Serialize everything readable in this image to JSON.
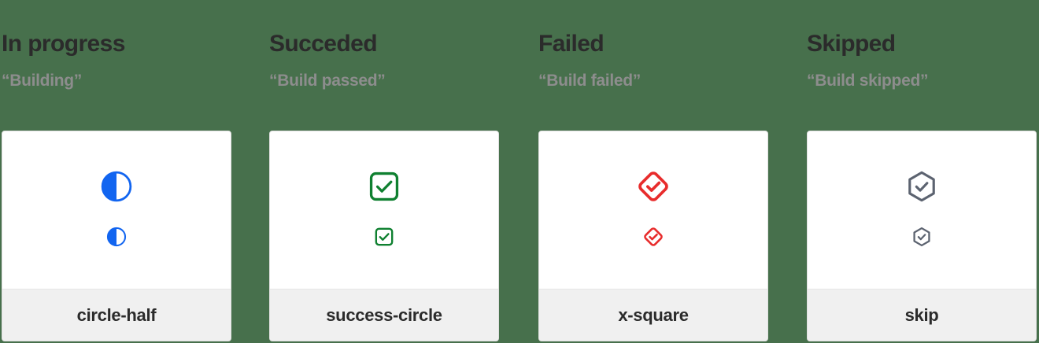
{
  "background_color": "#47704c",
  "columns": [
    {
      "heading": "In progress",
      "subheading": "“Building”",
      "icon_name": "circle-half",
      "icon_label": "circle-half",
      "icon_color": "#1265f0",
      "icon_kind": "circle-half"
    },
    {
      "heading": "Succeded",
      "subheading": "“Build passed”",
      "icon_name": "success-circle",
      "icon_label": "success-circle",
      "icon_color": "#0f8030",
      "icon_kind": "check-square"
    },
    {
      "heading": "Failed",
      "subheading": "“Build failed”",
      "icon_name": "x-square",
      "icon_label": "x-square",
      "icon_color": "#e82c2c",
      "icon_kind": "check-diamond"
    },
    {
      "heading": "Skipped",
      "subheading": "“Build skipped”",
      "icon_name": "skip",
      "icon_label": "skip",
      "icon_color": "#5c6370",
      "icon_kind": "check-hexagon"
    }
  ]
}
